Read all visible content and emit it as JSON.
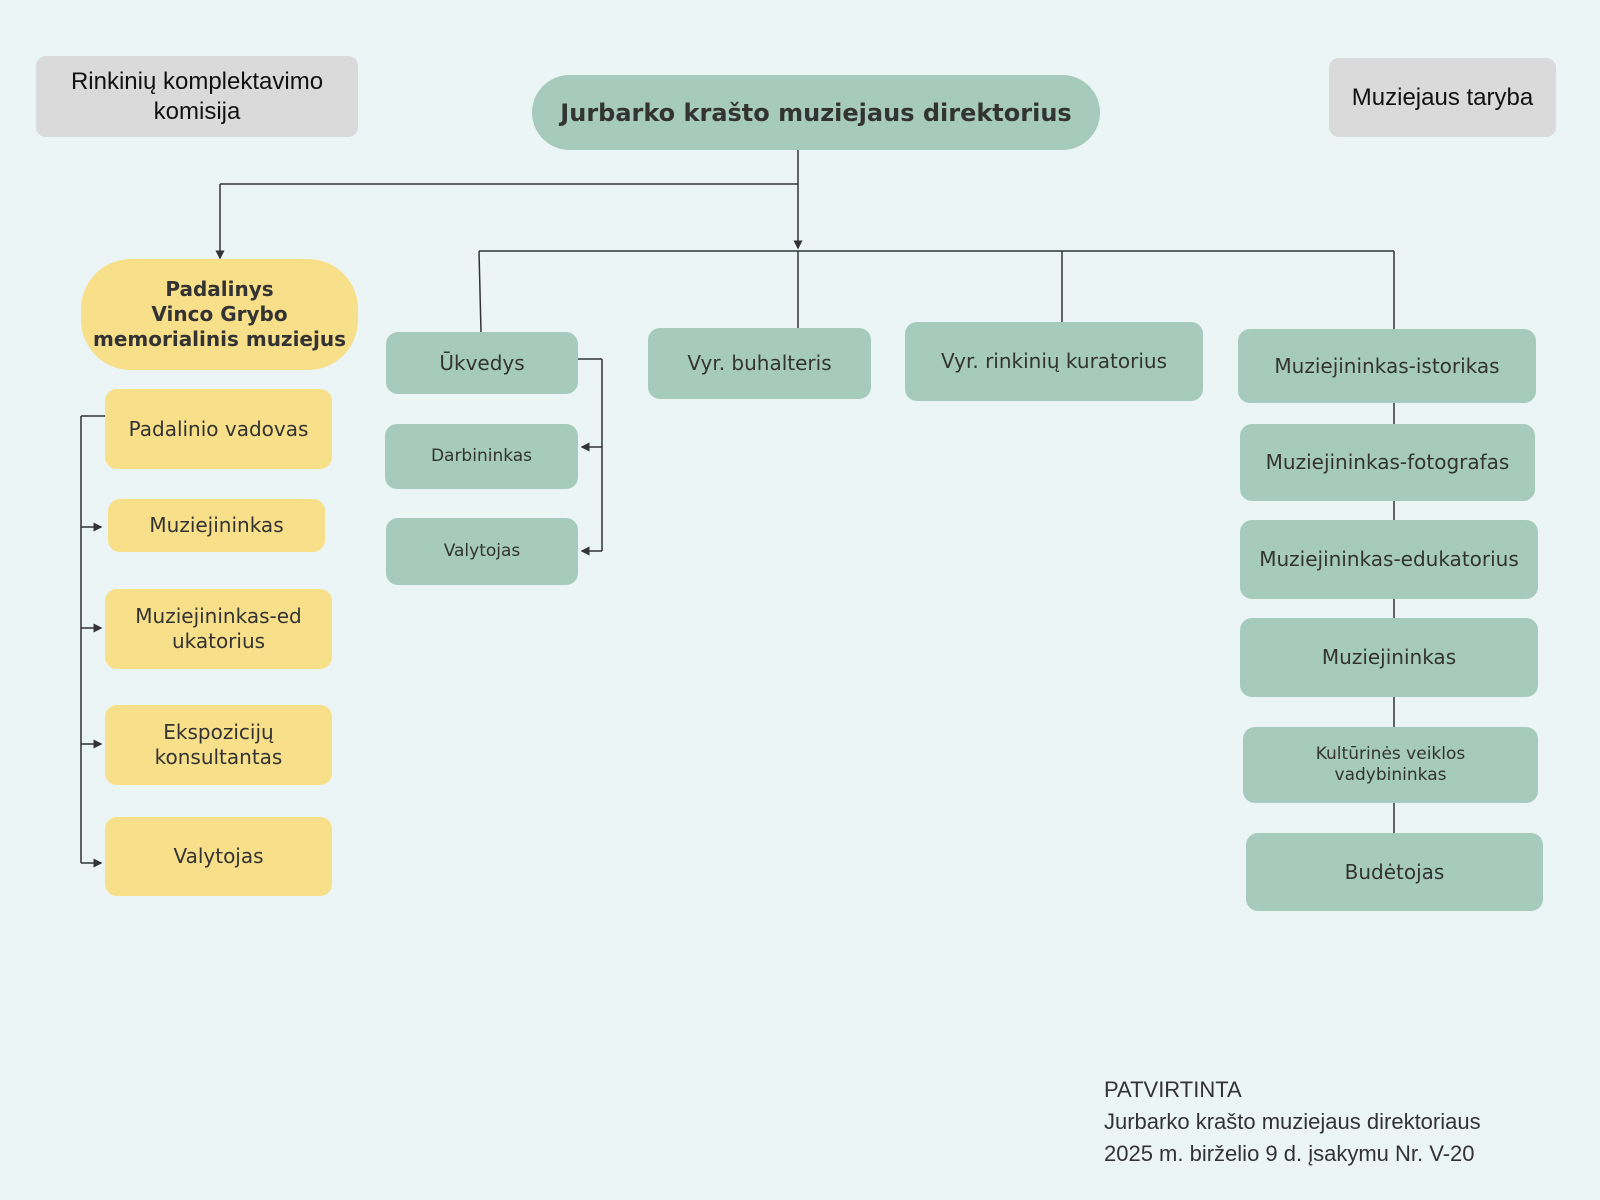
{
  "top": {
    "commission": "Rinkinių komplektavimo komisija",
    "director": "Jurbarko krašto muziejaus direktorius",
    "council": "Muziejaus taryba"
  },
  "branch": {
    "title_line1": "Padalinys",
    "title_line2": "Vinco Grybo",
    "title_line3": "memorialinis muziejus",
    "staff": [
      "Padalinio vadovas",
      "Muziejininkas",
      "Muziejininkas-edukatorius",
      "Ekspozicijų konsultantas",
      "Valytojas"
    ]
  },
  "household": {
    "head": "Ūkvedys",
    "staff": [
      "Darbininkas",
      "Valytojas"
    ]
  },
  "accountant": "Vyr. buhalteris",
  "curator": "Vyr. rinkinių kuratorius",
  "historian_chain": [
    "Muziejininkas-istorikas",
    "Muziejininkas-fotografas",
    "Muziejininkas-edukatorius",
    "Muziejininkas",
    "Kultūrinės veiklos vadybininkas",
    "Budėtojas"
  ],
  "approval": {
    "line1": "PATVIRTINTA",
    "line2": "Jurbarko krašto muziejaus direktoriaus",
    "line3": "2025 m. birželio 9 d. įsakymu Nr. V-20"
  }
}
